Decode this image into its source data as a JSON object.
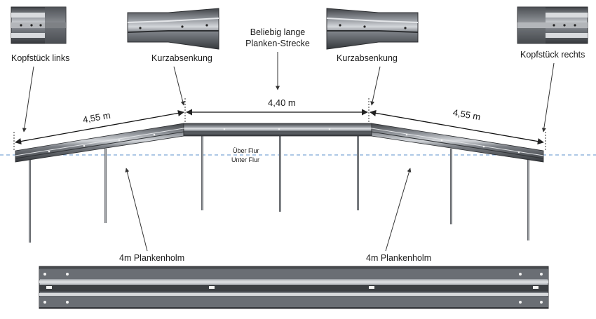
{
  "labels": {
    "end_left": "Kopfstück links",
    "end_right": "Kopfstück rechts",
    "bend_left": "Kurzabsenkung",
    "bend_right": "Kurzabsenkung",
    "middle_line1": "Beliebig lange",
    "middle_line2": "Planken-Strecke",
    "rail_left": "4m Plankenholm",
    "rail_right": "4m Plankenholm",
    "above_ground": "Über Flur",
    "below_ground": "Unter Flur"
  },
  "dimensions": {
    "left": "4,55 m",
    "middle": "4,40 m",
    "right": "4,55 m"
  },
  "colors": {
    "steel_dark": "#4a4d52",
    "steel_light": "#c9ccd1",
    "ground_line": "#7ea6d8",
    "arrow": "#333333"
  }
}
